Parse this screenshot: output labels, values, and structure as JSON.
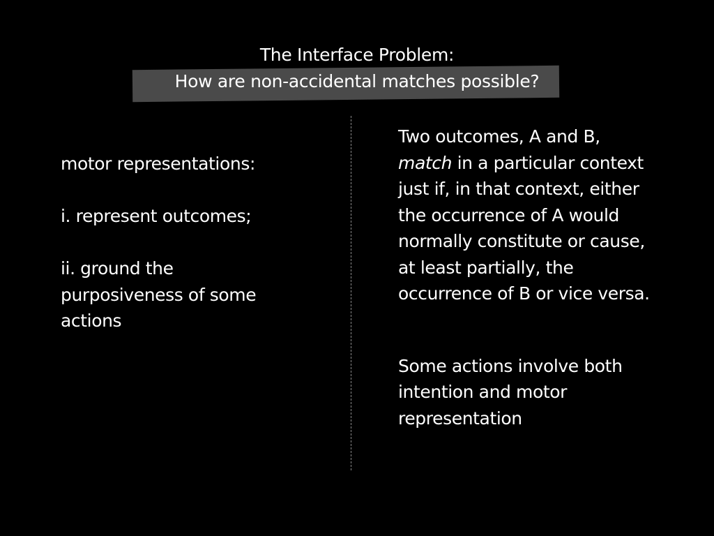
{
  "title": {
    "line1": "The Interface Problem:",
    "subtitle": "How are non-accidental matches possible?"
  },
  "left": {
    "heading": "motor representations:",
    "item1": "i. represent outcomes;",
    "item2_line1": "ii. ground the",
    "item2_line2": "purposiveness of some",
    "item2_line3": "actions"
  },
  "right": {
    "definition_line1": "Two  outcomes, A and B,",
    "definition_emph": "match",
    "definition_line2_rest": " in a particular context",
    "definition_line3": "just if, in that context, either",
    "definition_line4": "the occurrence of A would",
    "definition_line5": "normally constitute or cause,",
    "definition_line6": "at least partially, the",
    "definition_line7": "occurrence of B or vice versa.",
    "claim_line1": "Some actions involve both",
    "claim_line2": "intention and motor",
    "claim_line3": "representation"
  }
}
